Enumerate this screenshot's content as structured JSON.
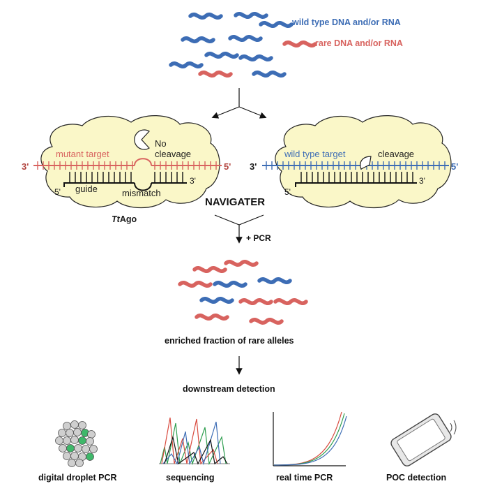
{
  "legend": {
    "wild_type": "wild type DNA and/or RNA",
    "rare": "rare DNA and/or RNA"
  },
  "left_panel": {
    "target_label": "mutant target",
    "no_label": "No",
    "cleavage_label": "cleavage",
    "guide_label": "guide",
    "mismatch_label": "mismatch",
    "prime3_left": "3'",
    "prime5_right": "5'",
    "guide_5": "5'",
    "guide_3": "3'",
    "protein_italic": "Tt",
    "protein_rest": "Ago"
  },
  "right_panel": {
    "target_label": "wild type target",
    "cleavage_label": "cleavage",
    "prime3_left": "3'",
    "prime5_right": "5'",
    "guide_5": "5'",
    "guide_3": "3'"
  },
  "method_name": "NAVIGATER",
  "pcr_step": "+ PCR",
  "enriched_label": "enriched fraction of rare alleles",
  "downstream_label": "downstream detection",
  "detections": {
    "ddpcr": "digital droplet PCR",
    "sequencing": "sequencing",
    "realtime": "real time PCR",
    "poc": "POC detection"
  },
  "colors": {
    "wild_type": "#3d6db5",
    "rare": "#d8635f",
    "cloud_fill": "#faf7c8",
    "droplet_green": "#3fb86a",
    "text_dark": "#1a1a1a"
  }
}
